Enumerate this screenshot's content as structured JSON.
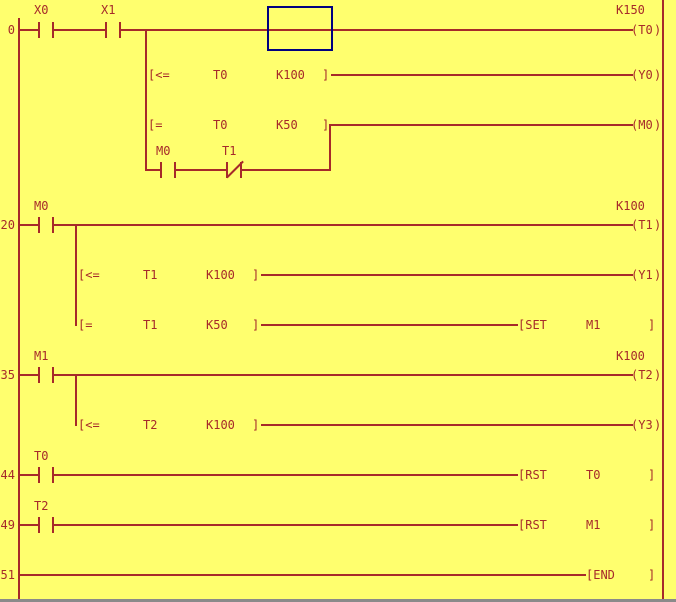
{
  "colors": {
    "background": "#ffff6e",
    "line": "#a62a2a",
    "cursor": "#000080",
    "window_edge": "#8a8a8a"
  },
  "ladder": {
    "r0": {
      "step": "0",
      "x0_label": "X0",
      "x1_label": "X1",
      "preset_label": "K150",
      "coil": "(T0",
      "coil_close": ")",
      "cmp1_open": "[<=",
      "cmp1_lhs": "T0",
      "cmp1_rhs": "K100",
      "cmp1_close": "]",
      "cmp1_coil": "(Y0",
      "cmp1_coil_close": ")",
      "cmp2_open": "[=",
      "cmp2_lhs": "T0",
      "cmp2_rhs": "K50",
      "cmp2_close": "]",
      "cmp2_coil": "(M0",
      "cmp2_coil_close": ")",
      "latch_m0_label": "M0",
      "latch_t1_label": "T1"
    },
    "r20": {
      "step": "20",
      "m0_label": "M0",
      "preset_label": "K100",
      "coil": "(T1",
      "coil_close": ")",
      "cmp1_open": "[<=",
      "cmp1_lhs": "T1",
      "cmp1_rhs": "K100",
      "cmp1_close": "]",
      "cmp1_coil": "(Y1",
      "cmp1_coil_close": ")",
      "cmp2_open": "[=",
      "cmp2_lhs": "T1",
      "cmp2_rhs": "K50",
      "cmp2_close": "]",
      "set_open": "[SET",
      "set_operand": "M1",
      "set_close": "]"
    },
    "r35": {
      "step": "35",
      "m1_label": "M1",
      "preset_label": "K100",
      "coil": "(T2",
      "coil_close": ")",
      "cmp1_open": "[<=",
      "cmp1_lhs": "T2",
      "cmp1_rhs": "K100",
      "cmp1_close": "]",
      "cmp1_coil": "(Y3",
      "cmp1_coil_close": ")"
    },
    "r44": {
      "step": "44",
      "t0_label": "T0",
      "rst_open": "[RST",
      "rst_operand": "T0",
      "rst_close": "]"
    },
    "r49": {
      "step": "49",
      "t2_label": "T2",
      "rst_open": "[RST",
      "rst_operand": "M1",
      "rst_close": "]"
    },
    "r51": {
      "step": "51",
      "end_open": "[END",
      "end_close": "]"
    }
  }
}
